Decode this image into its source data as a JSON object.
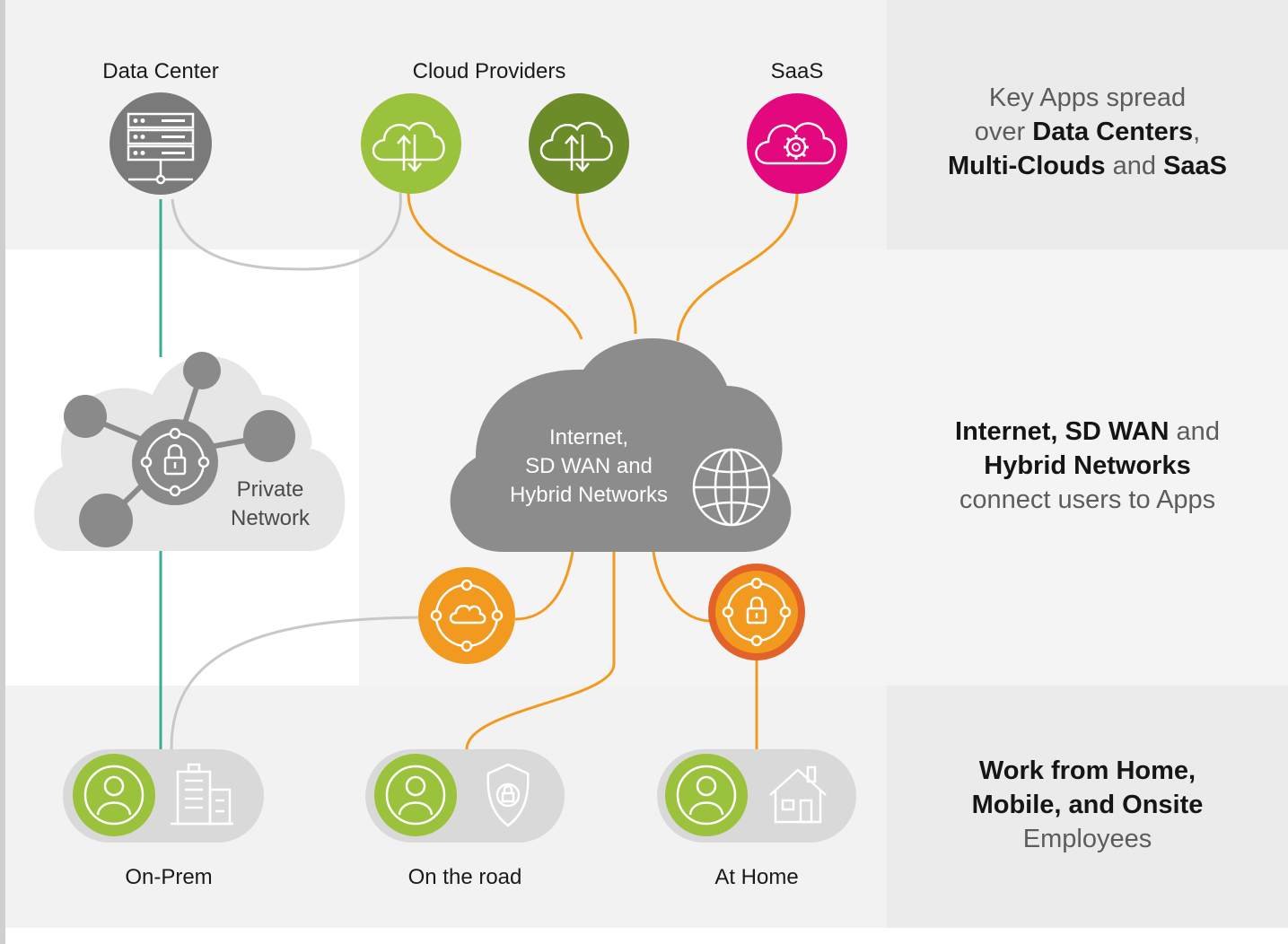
{
  "locations": {
    "data_center": "Data Center",
    "cloud_providers": "Cloud Providers",
    "saas": "SaaS"
  },
  "private_network": {
    "line1": "Private",
    "line2": "Network"
  },
  "internet_cloud": {
    "line1": "Internet,",
    "line2": "SD WAN and",
    "line3": "Hybrid Networks"
  },
  "users": {
    "on_prem": "On-Prem",
    "on_road": "On the road",
    "at_home": "At Home"
  },
  "side": {
    "top": {
      "a": "Key Apps spread",
      "b": "over ",
      "c": "Data Centers",
      "d": ",",
      "e": "Multi-Clouds",
      "f": " and ",
      "g": "SaaS"
    },
    "middle": {
      "a": "Internet, SD WAN",
      "b": " and",
      "c": "Hybrid Networks",
      "d": "connect users to Apps"
    },
    "bottom": {
      "a": "Work from Home,",
      "b": "Mobile, and Onsite",
      "c": "Employees"
    }
  },
  "colors": {
    "band_light": "#f2f2f2",
    "gray_node": "#7a7a7a",
    "green_light": "#9bc23c",
    "green_dark": "#6c8c2a",
    "saas_pink": "#e4087e",
    "orange": "#f29a1f",
    "orange_dark": "#e2622a",
    "cloud_gray": "#8c8c8c",
    "private_cloud": "#e6e6e6",
    "pill_gray": "#d9d9d9",
    "teal_line": "#3aab9a",
    "gray_line": "#c8c8c8"
  },
  "icons": [
    "server-icon",
    "cloud-upload-download-icon",
    "cloud-gear-icon",
    "lock-network-icon",
    "globe-icon",
    "network-hub-icon",
    "user-icon",
    "building-icon",
    "shield-lock-icon",
    "house-icon"
  ]
}
